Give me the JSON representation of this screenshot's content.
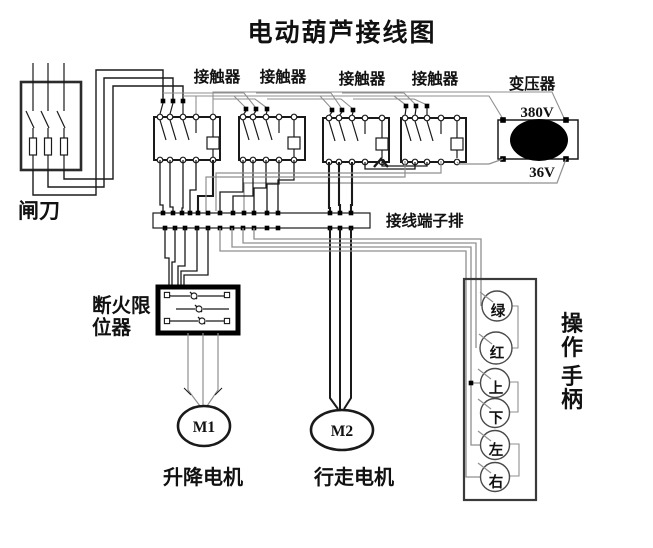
{
  "title": "电动葫芦接线图",
  "components": {
    "knife_switch_label": "闸刀",
    "contactor_labels": [
      "接触器",
      "接触器",
      "接触器",
      "接触器"
    ],
    "transformer_label": "变压器",
    "primary_voltage": "380V",
    "secondary_voltage": "36V",
    "terminal_strip_label": "接线端子排",
    "limit_device_label_line1": "断火限",
    "limit_device_label_line2": "位器",
    "lift_motor_id": "M1",
    "travel_motor_id": "M2",
    "lift_motor_label": "升降电机",
    "travel_motor_label": "行走电机",
    "handle_label_chars": [
      "操",
      "作",
      "手",
      "柄"
    ],
    "handle_buttons": [
      "绿",
      "红",
      "上",
      "下",
      "左",
      "右"
    ]
  },
  "colors": {
    "wire": "#1a1a1a",
    "wire_gray": "#8f8f8f",
    "component_fill": "#000000",
    "background": "#ffffff"
  }
}
